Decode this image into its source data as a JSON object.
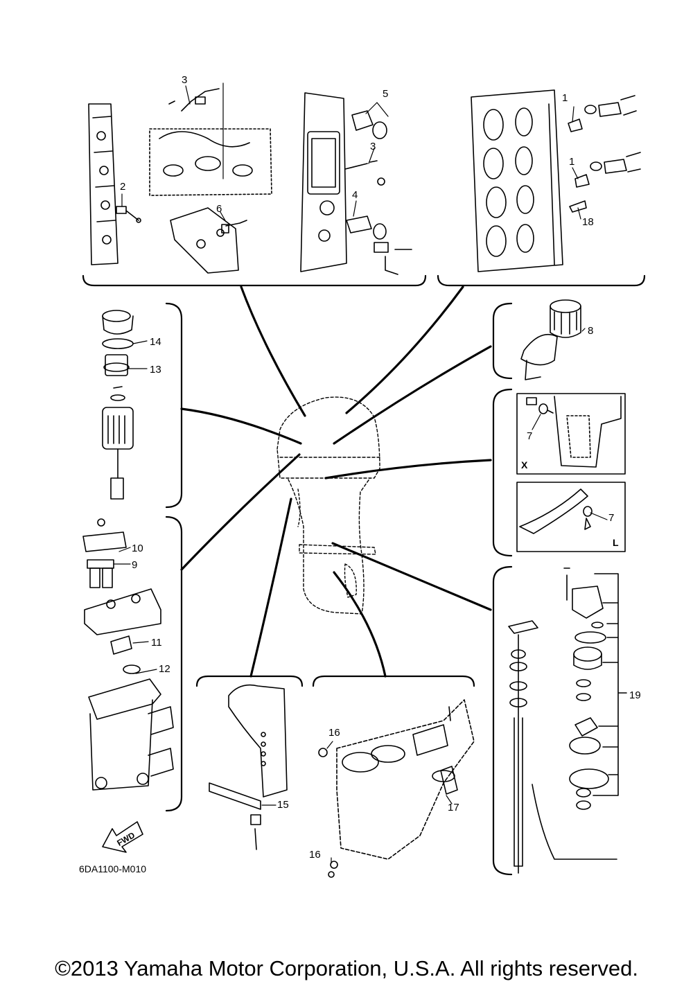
{
  "callouts": {
    "c1a": "1",
    "c1b": "1",
    "c2": "2",
    "c3a": "3",
    "c3b": "3",
    "c4": "4",
    "c5": "5",
    "c6": "6",
    "c7a": "7",
    "c7b": "7",
    "c8": "8",
    "c9": "9",
    "c10": "10",
    "c11": "11",
    "c12": "12",
    "c13": "13",
    "c14": "14",
    "c15": "15",
    "c16a": "16",
    "c16b": "16",
    "c17": "17",
    "c18": "18",
    "c19": "19"
  },
  "panel_tags": {
    "x": "X",
    "l": "L"
  },
  "direction_arrow": "FWD",
  "diagram_code": "6DA1100-M010",
  "copyright": "©2013 Yamaha Motor Corporation, U.S.A. All rights reserved."
}
